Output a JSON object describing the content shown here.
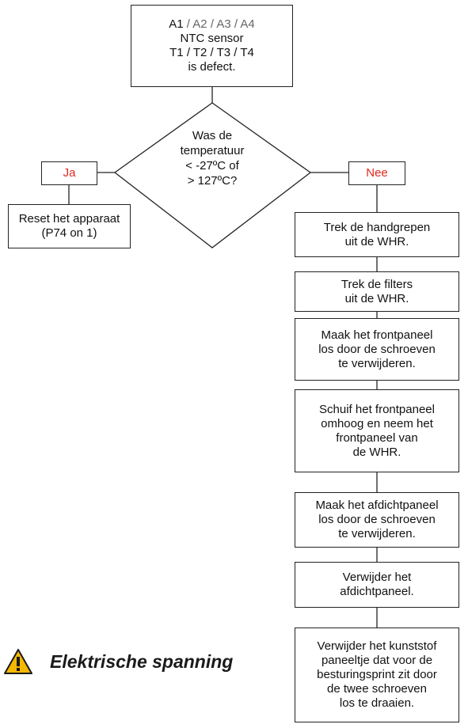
{
  "start": {
    "codes": [
      "A1",
      "A2",
      "A3",
      "A4"
    ],
    "separator": " / ",
    "line2": "NTC sensor",
    "tcodes": "T1 / T2 / T3 / T4",
    "line4": "is defect."
  },
  "decision": {
    "lines": [
      "Was de",
      "temperatuur",
      "< -27ºC of",
      "> 127ºC?"
    ],
    "yes": "Ja",
    "no": "Nee"
  },
  "yes_action": {
    "lines": [
      "Reset het apparaat",
      "(P74 on 1)"
    ]
  },
  "steps": [
    {
      "lines": [
        "Trek de handgrepen",
        "uit de WHR."
      ]
    },
    {
      "lines": [
        "Trek de filters",
        "uit de WHR."
      ]
    },
    {
      "lines": [
        "Maak het frontpaneel",
        "los door de schroeven",
        "te verwijderen."
      ]
    },
    {
      "lines": [
        "Schuif het frontpaneel",
        "omhoog en neem het",
        "frontpaneel van",
        "de WHR."
      ]
    },
    {
      "lines": [
        "Maak het afdichtpaneel",
        "los door de schroeven",
        "te verwijderen."
      ]
    },
    {
      "lines": [
        "Verwijder het",
        "afdichtpaneel."
      ]
    },
    {
      "lines": [
        "Verwijder het kunststof",
        "paneeltje dat voor de",
        "besturingsprint zit door",
        "de twee schroeven",
        "los te draaien."
      ]
    }
  ],
  "warning": {
    "icon": "warning-triangle-icon",
    "label": "Elektrische spanning",
    "icon_color": "#f5b800"
  },
  "colors": {
    "label_red": "#e0281f",
    "code_gray": "#666666"
  }
}
